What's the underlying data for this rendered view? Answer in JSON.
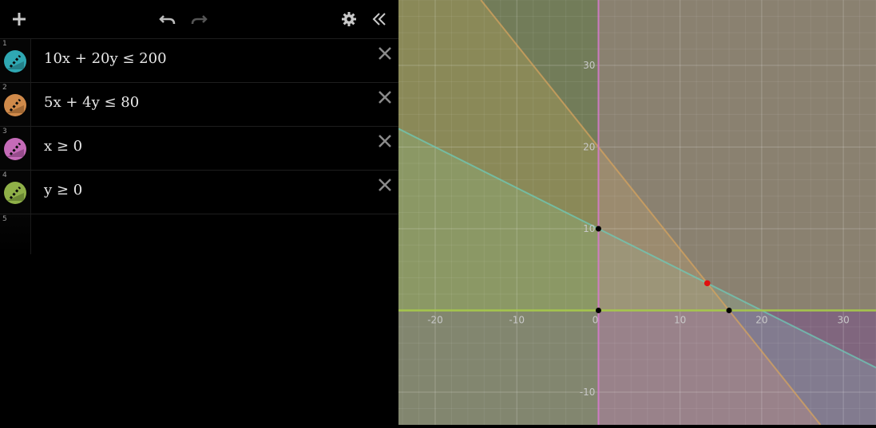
{
  "toolbar": {
    "add_icon": "plus-icon",
    "undo_icon": "undo-icon",
    "redo_icon": "redo-icon",
    "settings_icon": "gear-icon",
    "collapse_icon": "double-chevron-left-icon"
  },
  "expressions": [
    {
      "number": "1",
      "latex": "10x + 20y  ≤ 200",
      "color": "#2fa8b3"
    },
    {
      "number": "2",
      "latex": "5x + 4y  ≤ 80",
      "color": "#d08a4a"
    },
    {
      "number": "3",
      "latex": "x  ≥ 0",
      "color": "#c56bb8"
    },
    {
      "number": "4",
      "latex": "y ≥ 0",
      "color": "#8fb048"
    },
    {
      "number": "5",
      "latex": "",
      "color": ""
    }
  ],
  "graph": {
    "x_ticks": [
      "-20",
      "-10",
      "0",
      "10",
      "20",
      "30"
    ],
    "y_ticks": [
      "30",
      "20",
      "10",
      "-10"
    ],
    "x_range": [
      -24.5,
      34
    ],
    "y_range": [
      -14,
      38
    ],
    "colors": {
      "background": "#5f5f5f",
      "eq1": "#6dc9b7",
      "eq2": "#d6a35e",
      "eq3": "#d97ad0",
      "eq4": "#a6c84a",
      "highlight_point": "#e01010",
      "point": "#000000"
    },
    "points": [
      {
        "x": 0,
        "y": 10,
        "kind": "intersection"
      },
      {
        "x": 0,
        "y": 0,
        "kind": "intersection"
      },
      {
        "x": 16,
        "y": 0,
        "kind": "intersection"
      },
      {
        "x": 13.33,
        "y": 3.33,
        "kind": "highlighted"
      }
    ]
  }
}
